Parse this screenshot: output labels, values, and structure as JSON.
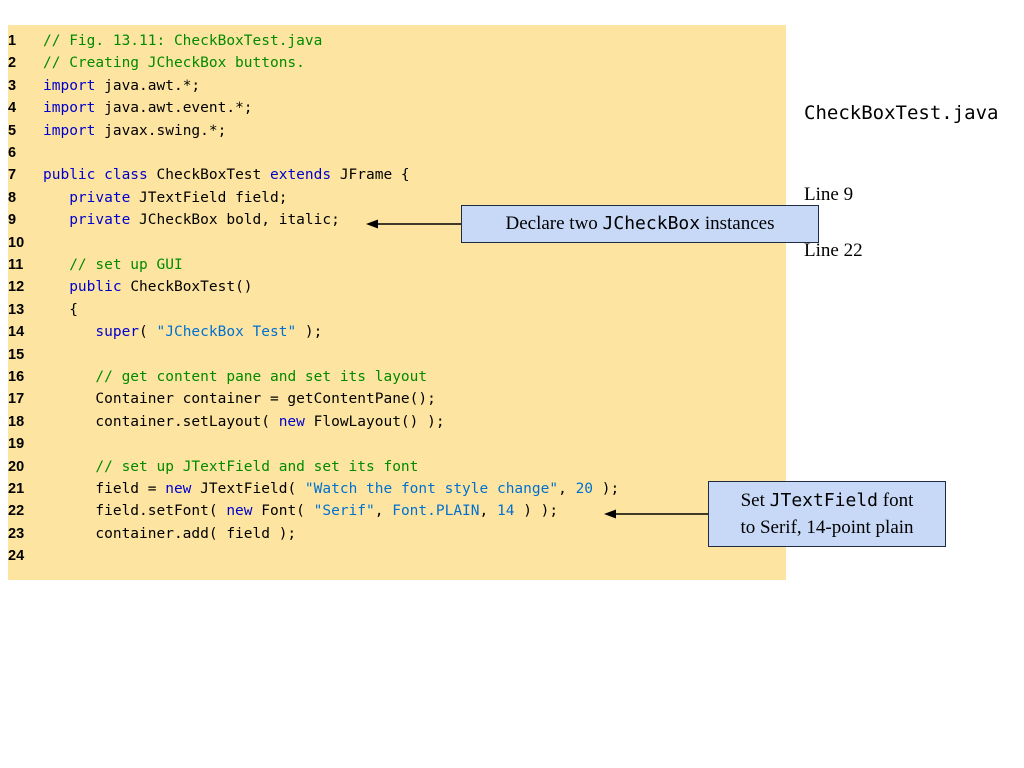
{
  "code_lines": [
    {
      "num": "1",
      "tokens": [
        {
          "t": "// Fig. 13.11: CheckBoxTest.java",
          "c": "comment"
        }
      ]
    },
    {
      "num": "2",
      "tokens": [
        {
          "t": "// Creating JCheckBox buttons.",
          "c": "comment"
        }
      ]
    },
    {
      "num": "3",
      "tokens": [
        {
          "t": "import",
          "c": "keyword"
        },
        {
          "t": " java.awt.*;",
          "c": "normal"
        }
      ]
    },
    {
      "num": "4",
      "tokens": [
        {
          "t": "import",
          "c": "keyword"
        },
        {
          "t": " java.awt.event.*;",
          "c": "normal"
        }
      ]
    },
    {
      "num": "5",
      "tokens": [
        {
          "t": "import",
          "c": "keyword"
        },
        {
          "t": " javax.swing.*;",
          "c": "normal"
        }
      ]
    },
    {
      "num": "6",
      "tokens": []
    },
    {
      "num": "7",
      "tokens": [
        {
          "t": "public class",
          "c": "keyword"
        },
        {
          "t": " CheckBoxTest ",
          "c": "normal"
        },
        {
          "t": "extends",
          "c": "keyword"
        },
        {
          "t": " JFrame {",
          "c": "normal"
        }
      ]
    },
    {
      "num": "8",
      "tokens": [
        {
          "t": "   ",
          "c": "normal"
        },
        {
          "t": "private",
          "c": "keyword"
        },
        {
          "t": " JTextField field;",
          "c": "normal"
        }
      ]
    },
    {
      "num": "9",
      "tokens": [
        {
          "t": "   ",
          "c": "normal"
        },
        {
          "t": "private",
          "c": "keyword"
        },
        {
          "t": " JCheckBox bold, italic;",
          "c": "normal"
        }
      ]
    },
    {
      "num": "10",
      "tokens": []
    },
    {
      "num": "11",
      "tokens": [
        {
          "t": "   ",
          "c": "normal"
        },
        {
          "t": "// set up GUI",
          "c": "comment"
        }
      ]
    },
    {
      "num": "12",
      "tokens": [
        {
          "t": "   ",
          "c": "normal"
        },
        {
          "t": "public",
          "c": "keyword"
        },
        {
          "t": " CheckBoxTest()",
          "c": "normal"
        }
      ]
    },
    {
      "num": "13",
      "tokens": [
        {
          "t": "   {",
          "c": "normal"
        }
      ]
    },
    {
      "num": "14",
      "tokens": [
        {
          "t": "      ",
          "c": "normal"
        },
        {
          "t": "super",
          "c": "keyword"
        },
        {
          "t": "( ",
          "c": "normal"
        },
        {
          "t": "\"JCheckBox Test\"",
          "c": "string"
        },
        {
          "t": " );",
          "c": "normal"
        }
      ]
    },
    {
      "num": "15",
      "tokens": []
    },
    {
      "num": "16",
      "tokens": [
        {
          "t": "      ",
          "c": "normal"
        },
        {
          "t": "// get content pane and set its layout",
          "c": "comment"
        }
      ]
    },
    {
      "num": "17",
      "tokens": [
        {
          "t": "      Container container = getContentPane();",
          "c": "normal"
        }
      ]
    },
    {
      "num": "18",
      "tokens": [
        {
          "t": "      container.setLayout( ",
          "c": "normal"
        },
        {
          "t": "new",
          "c": "keyword"
        },
        {
          "t": " FlowLayout() );",
          "c": "normal"
        }
      ]
    },
    {
      "num": "19",
      "tokens": []
    },
    {
      "num": "20",
      "tokens": [
        {
          "t": "      ",
          "c": "normal"
        },
        {
          "t": "// set up JTextField and set its font",
          "c": "comment"
        }
      ]
    },
    {
      "num": "21",
      "tokens": [
        {
          "t": "      field = ",
          "c": "normal"
        },
        {
          "t": "new",
          "c": "keyword"
        },
        {
          "t": " JTextField( ",
          "c": "normal"
        },
        {
          "t": "\"Watch the font style change\"",
          "c": "string"
        },
        {
          "t": ", ",
          "c": "normal"
        },
        {
          "t": "20",
          "c": "number"
        },
        {
          "t": " );",
          "c": "normal"
        }
      ]
    },
    {
      "num": "22",
      "tokens": [
        {
          "t": "      field.setFont( ",
          "c": "normal"
        },
        {
          "t": "new",
          "c": "keyword"
        },
        {
          "t": " Font( ",
          "c": "normal"
        },
        {
          "t": "\"Serif\"",
          "c": "string"
        },
        {
          "t": ", ",
          "c": "normal"
        },
        {
          "t": "Font.PLAIN",
          "c": "string"
        },
        {
          "t": ", ",
          "c": "normal"
        },
        {
          "t": "14",
          "c": "number"
        },
        {
          "t": " ) );",
          "c": "normal"
        }
      ]
    },
    {
      "num": "23",
      "tokens": [
        {
          "t": "      container.add( field );",
          "c": "normal"
        }
      ]
    },
    {
      "num": "24",
      "tokens": []
    }
  ],
  "sidebar": {
    "file_name": "CheckBoxTest.java",
    "line_refs": [
      "Line 9",
      "Line 22"
    ]
  },
  "callouts": {
    "declare": {
      "before": "Declare two ",
      "code": "JCheckBox",
      "after": " instances"
    },
    "setfont": {
      "before": "Set ",
      "code": "JTextField",
      "after": " font",
      "line2": "to Serif, 14-point plain"
    }
  },
  "colors": {
    "panel_bg": "#fde5a1",
    "callout_bg": "#c7d9f7",
    "comment": "#008a00",
    "keyword": "#0000cc",
    "string": "#0070d0"
  }
}
